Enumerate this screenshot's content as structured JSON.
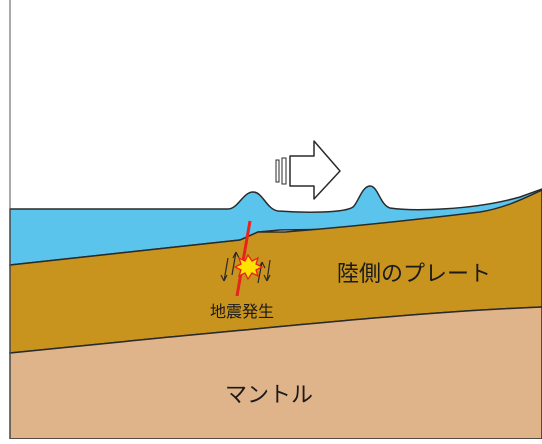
{
  "labels": {
    "continental_plate": "陸側のプレート",
    "earthquake": "地震発生",
    "mantle": "マントル"
  },
  "colors": {
    "sky": "#ffffff",
    "sea": "#5bc4ec",
    "plate": "#c8941e",
    "mantle": "#e0b48a",
    "fault": "#e8231b",
    "burst": "#ffe200",
    "outline": "#2a2a2a",
    "arrow_fill": "#ffffff"
  },
  "icons": {
    "wave_direction": "right-arrow-icon",
    "epicenter": "explosion-icon"
  }
}
